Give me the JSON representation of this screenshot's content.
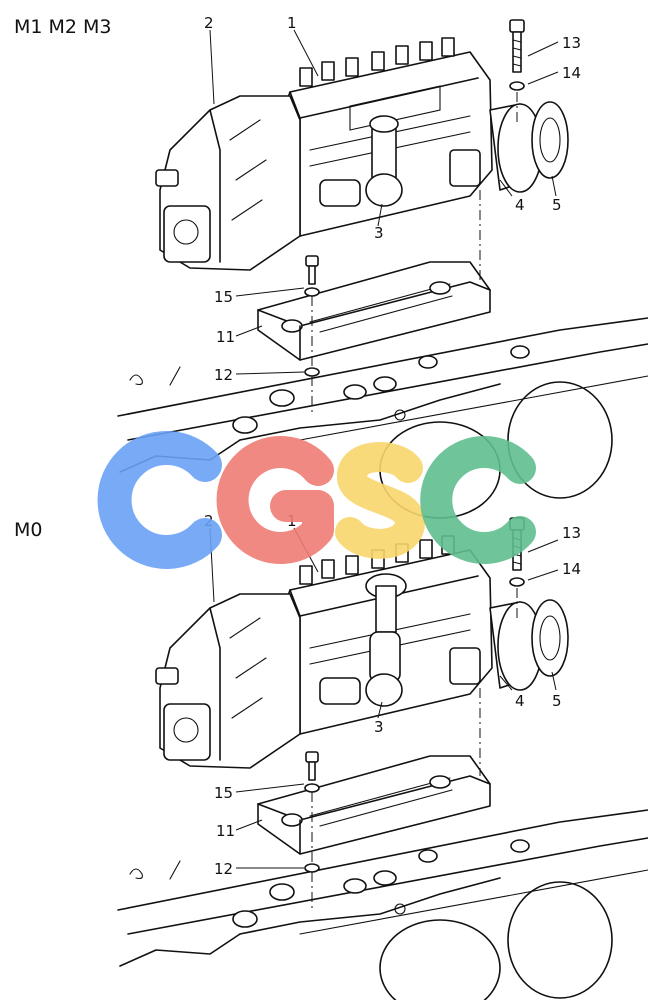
{
  "variants": {
    "top": "M1 M2 M3",
    "bottom": "M0"
  },
  "callouts": [
    "1",
    "2",
    "3",
    "4",
    "5",
    "11",
    "12",
    "13",
    "14",
    "15"
  ],
  "watermark": {
    "text": "CGSC",
    "letters": [
      {
        "char": "C",
        "color": "#6aa1f5"
      },
      {
        "char": "G",
        "color": "#ef7c75"
      },
      {
        "char": "S",
        "color": "#f8d66c"
      },
      {
        "char": "C",
        "color": "#5fbf8e"
      }
    ]
  }
}
